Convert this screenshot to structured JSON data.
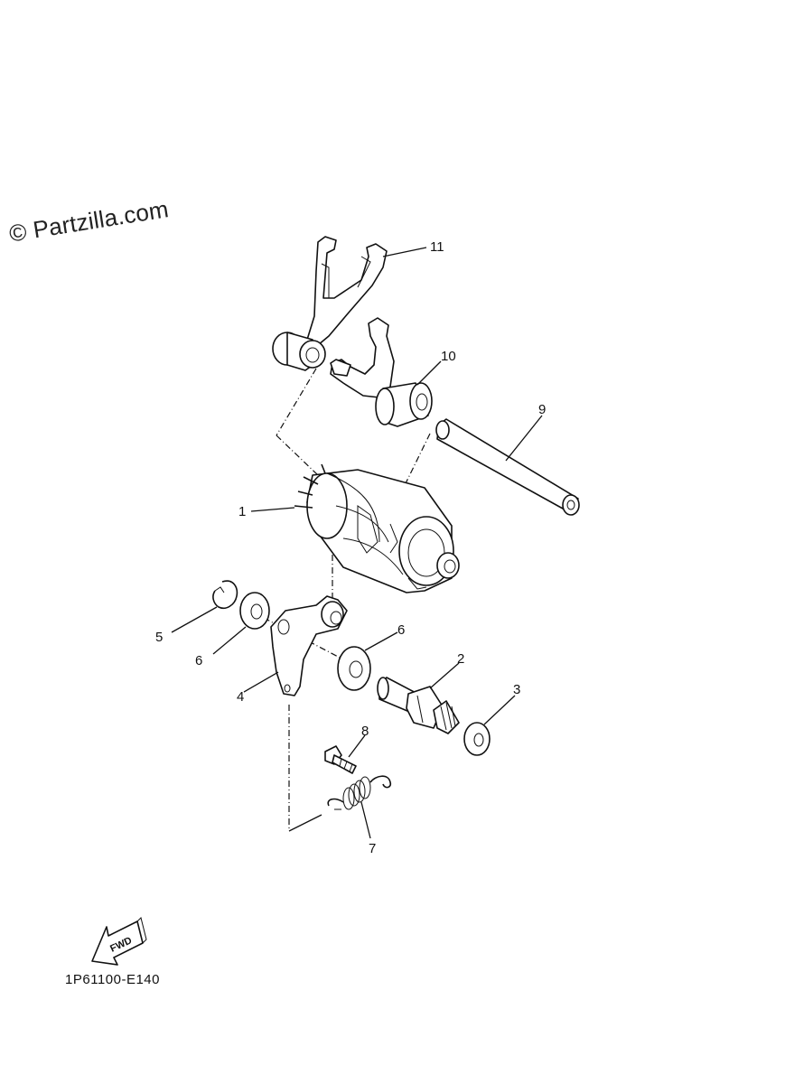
{
  "watermark": "© Partzilla.com",
  "diagram_code": "1P61100-E140",
  "fwd_label": "FWD",
  "callouts": {
    "c1": "1",
    "c2": "2",
    "c3": "3",
    "c4": "4",
    "c5": "5",
    "c6a": "6",
    "c6b": "6",
    "c7": "7",
    "c8": "8",
    "c9": "9",
    "c10": "10",
    "c11": "11"
  }
}
